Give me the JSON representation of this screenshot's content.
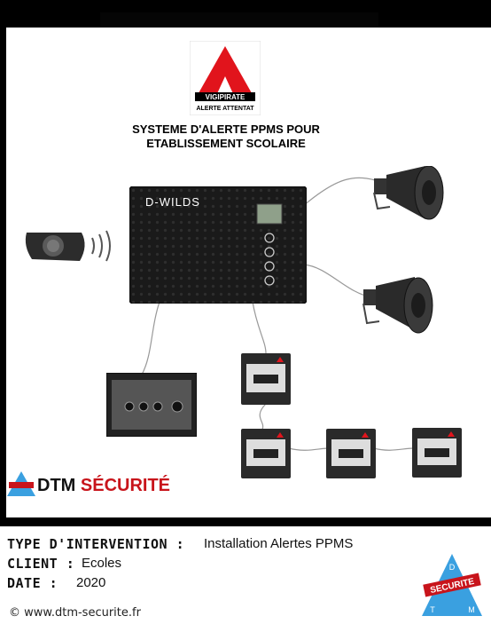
{
  "vigipirate": {
    "label1": "VIGIPIRATE",
    "label2": "ALERTE ATTENTAT"
  },
  "headline": {
    "line1": "SYSTEME D'ALERTE PPMS POUR",
    "line2": "ETABLISSEMENT SCOLAIRE"
  },
  "central_unit": {
    "brand": "D-WILDS"
  },
  "company": {
    "part1": "DTM",
    "part2": "SÉCURITÉ",
    "badge_text": "Sécurité"
  },
  "info": {
    "type_label": "TYPE D'INTERVENTION :",
    "type_value": "Installation Alertes PPMS",
    "client_label": "CLIENT :",
    "client_value": "Ecoles",
    "date_label": "DATE :",
    "date_value": "2020"
  },
  "website": "© www.dtm-securite.fr",
  "logo": {
    "letters": [
      "D",
      "T",
      "M"
    ],
    "badge": "SECURITE"
  },
  "colors": {
    "brand_red": "#c8141b",
    "logo_blue": "#3aa0e0"
  }
}
